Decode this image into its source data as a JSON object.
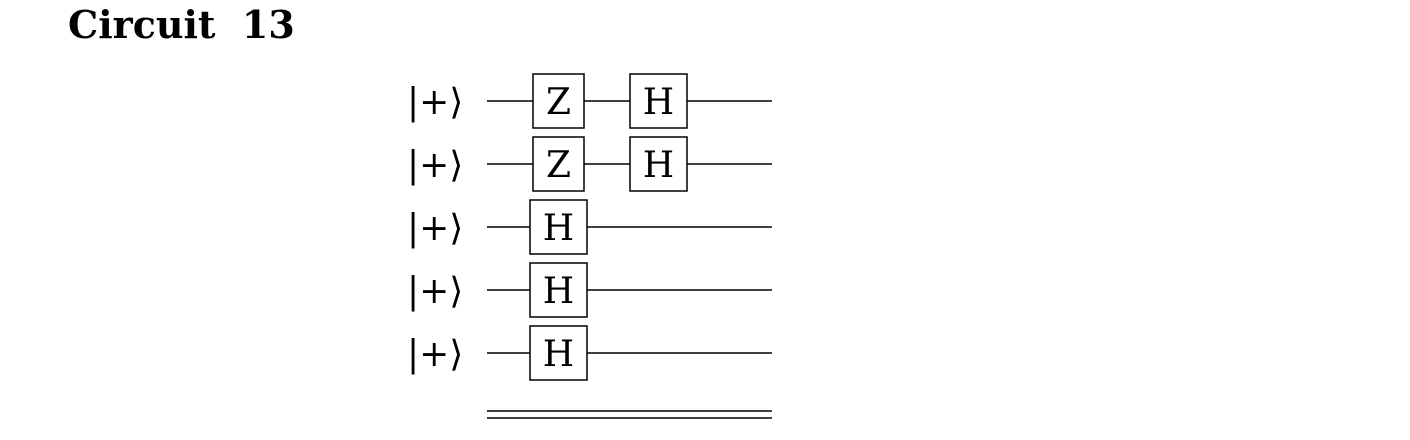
{
  "title": "Circuit  13",
  "qubits": [
    {
      "label": "|+⟩",
      "gates": [
        "Z",
        "H"
      ]
    },
    {
      "label": "|+⟩",
      "gates": [
        "Z",
        "H"
      ]
    },
    {
      "label": "|+⟩",
      "gates": [
        "H"
      ]
    },
    {
      "label": "|+⟩",
      "gates": [
        "H"
      ]
    },
    {
      "label": "|+⟩",
      "gates": [
        "H"
      ]
    }
  ],
  "classical_register": true
}
